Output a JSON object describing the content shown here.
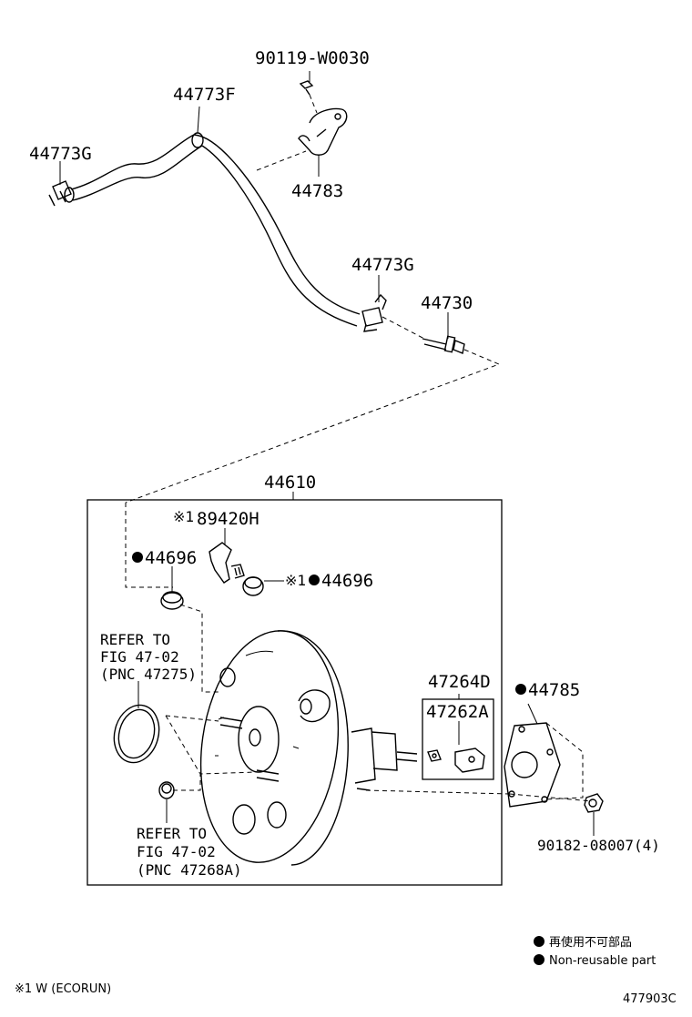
{
  "labels": {
    "p90119": "90119-W0030",
    "p44773F": "44773F",
    "p44773G_left": "44773G",
    "p44783": "44783",
    "p44773G_right": "44773G",
    "p44730": "44730",
    "p44610": "44610",
    "p89420H": "89420H",
    "p44696_left": "44696",
    "p44696_right": "44696",
    "refer1_line1": "REFER TO",
    "refer1_line2": "FIG 47-02",
    "refer1_line3": "(PNC 47275)",
    "p47264D": "47264D",
    "p47262A": "47262A",
    "p44785": "44785",
    "refer2_line1": "REFER TO",
    "refer2_line2": "FIG 47-02",
    "refer2_line3": "(PNC 47268A)",
    "p90182": "90182-08007(4)",
    "ref_mark": "※1"
  },
  "legend": {
    "non_reusable_jp": "再使用不可部品",
    "non_reusable_en": "Non-reusable part"
  },
  "footnote": "※1 W (ECORUN)",
  "figure_id": "477903C"
}
